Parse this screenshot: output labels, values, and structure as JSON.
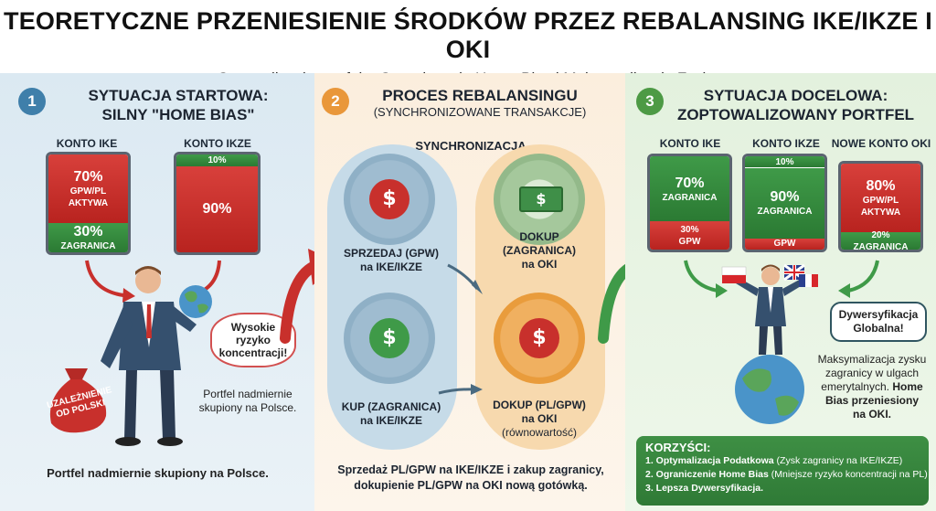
{
  "header": {
    "title": "TEORETYCZNE PRZENIESIENIE ŚRODKÓW PRZEZ REBALANSING IKE/IKZE I OKI",
    "subtitle": "Optymalizacja portfela: Ograniczenie Home Bias i Maksymalizacja Zysku"
  },
  "colors": {
    "red": "#c8302c",
    "green": "#358a3d",
    "blue_accent": "#3f7faa",
    "orange_accent": "#e9973a",
    "green_accent": "#4d9a45"
  },
  "panel1": {
    "number": "1",
    "heading_line1": "SYTUACJA STARTOWA:",
    "heading_line2": "SILNY \"HOME BIAS\"",
    "ike": {
      "label": "KONTO IKE",
      "top_pct": "70%",
      "top_text1": "GPW/PL",
      "top_text2": "AKTYWA",
      "bottom_pct": "30%",
      "bottom_text": "ZAGRANICA",
      "red_share": 0.7
    },
    "ikze": {
      "label": "KONTO IKZE",
      "top_pct": "10%",
      "main_pct": "90%",
      "green_share": 0.1
    },
    "bubble": "Wysokie ryzyko koncentracji!",
    "bag_text": "UZALEŻNIENIE OD POLSKI",
    "side_note": "Portfel nadmiernie skupiony na Polsce.",
    "footer": "Portfel nadmiernie skupiony na Polsce.",
    "icons": [
      "businessman-icon",
      "globe-icon",
      "money-bag-icon"
    ]
  },
  "panel2": {
    "number": "2",
    "heading": "PROCES REBALANSINGU",
    "subheading": "(SYNCHRONIZOWANE TRANSAKCJE)",
    "sync_label": "SYNCHRONIZACJA",
    "sell": {
      "line1": "SPRZEDAJ (GPW)",
      "line2": "na IKE/IKZE",
      "icon": "coin-minus-icon"
    },
    "topup_abroad": {
      "line1": "DOKUP",
      "line2": "(ZAGRANICA)",
      "line3": "na OKI",
      "icon": "banknote-minus-icon"
    },
    "buy": {
      "line1": "KUP (ZAGRANICA)",
      "line2": "na IKE/IKZE",
      "icon": "coin-plus-icon"
    },
    "topup_pl": {
      "line1": "DOKUP (PL/GPW)",
      "line2": "na OKI",
      "line3": "(równowartość)",
      "icon": "coin-plus-icon"
    },
    "footer_line1": "Sprzedaż PL/GPW na IKE/IKZE i zakup zagranicy,",
    "footer_line2": "dokupienie PL/GPW na OKI nową gotówką."
  },
  "panel3": {
    "number": "3",
    "heading_line1": "SYTUACJA DOCELOWA:",
    "heading_line2": "ZOPTOWALIZOWANY PORTFEL",
    "ike": {
      "label": "KONTO IKE",
      "top_pct": "70%",
      "top_text": "ZAGRANICA",
      "bottom_pct": "30%",
      "bottom_text": "GPW",
      "green_share": 0.7
    },
    "ikze": {
      "label": "KONTO IKZE",
      "top_pct": "10%",
      "main_pct": "90%",
      "main_text": "ZAGRANICA",
      "bottom_text": "GPW"
    },
    "oki": {
      "label": "NOWE KONTO OKI",
      "top_pct": "80%",
      "top_text1": "GPW/PL",
      "top_text2": "AKTYWA",
      "bottom_pct": "20%",
      "bottom_text": "ZAGRANICA",
      "red_share": 0.8
    },
    "bubble": "Dywersyfikacja Globalna!",
    "note_line1": "Maksymalizacja zysku",
    "note_line2": "zagranicy w ulgach",
    "note_line3": "emerytalnych.",
    "note_bold1": "Home",
    "note_bold2": "Bias przeniesiony",
    "note_bold3": "na OKI.",
    "benefits": {
      "title": "KORZYŚCI:",
      "items": [
        {
          "bold": "1. Optymalizacja Podatkowa",
          "rest": " (Zysk zagranicy na IKE/IKZE)"
        },
        {
          "bold": "2. Ograniczenie Home Bias",
          "rest": " (Mniejsze ryzyko koncentracji na PL)"
        },
        {
          "bold": "3. Lepsza Dywersyfikacja.",
          "rest": ""
        }
      ]
    },
    "icons": [
      "businessman-icon",
      "globe-icon",
      "flag-pl-icon",
      "flag-uk-icon",
      "flag-fr-icon"
    ]
  }
}
